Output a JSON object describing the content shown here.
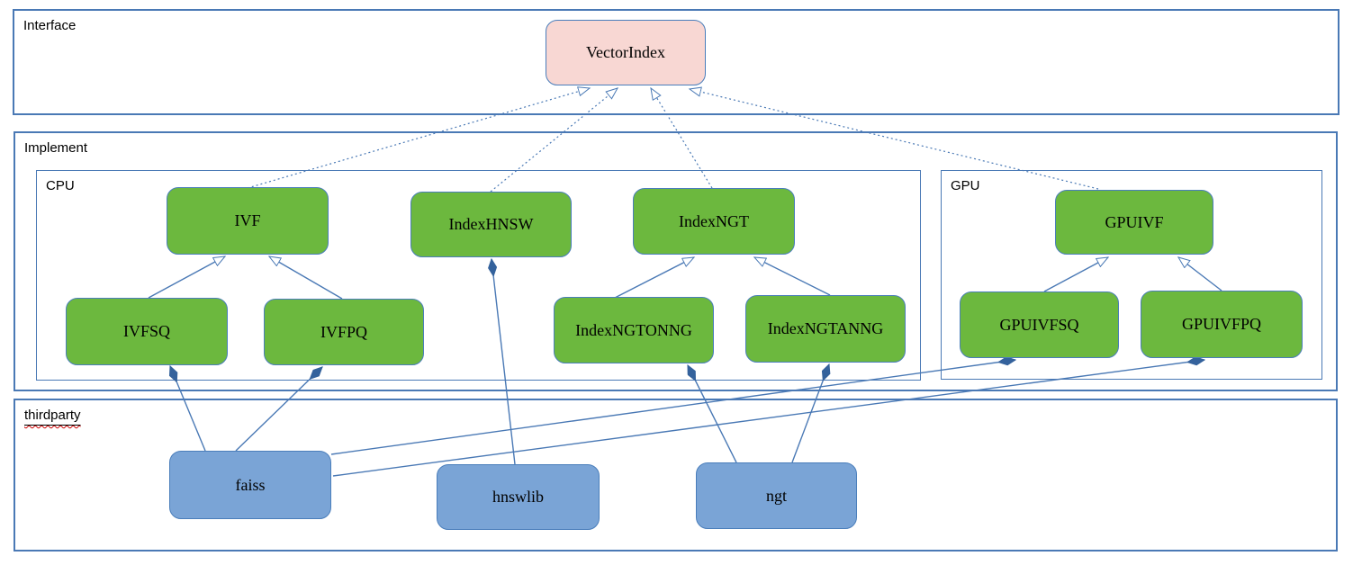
{
  "sections": {
    "interface": {
      "label": "Interface"
    },
    "implement": {
      "label": "Implement"
    },
    "cpu": {
      "label": "CPU"
    },
    "gpu": {
      "label": "GPU"
    },
    "thirdparty": {
      "label": "thirdparty",
      "spellcheck_underline": true
    }
  },
  "nodes": {
    "vectorindex": {
      "label": "VectorIndex",
      "kind": "interface"
    },
    "ivf": {
      "label": "IVF",
      "kind": "implementation",
      "section": "CPU"
    },
    "indexhnsw": {
      "label": "IndexHNSW",
      "kind": "implementation",
      "section": "CPU"
    },
    "indexngt": {
      "label": "IndexNGT",
      "kind": "implementation",
      "section": "CPU"
    },
    "ivfsq": {
      "label": "IVFSQ",
      "kind": "implementation",
      "section": "CPU"
    },
    "ivfpq": {
      "label": "IVFPQ",
      "kind": "implementation",
      "section": "CPU"
    },
    "indexngtonng": {
      "label": "IndexNGTONNG",
      "kind": "implementation",
      "section": "CPU"
    },
    "indexngtanng": {
      "label": "IndexNGTANNG",
      "kind": "implementation",
      "section": "CPU"
    },
    "gpuivf": {
      "label": "GPUIVF",
      "kind": "implementation",
      "section": "GPU"
    },
    "gpuivfsq": {
      "label": "GPUIVFSQ",
      "kind": "implementation",
      "section": "GPU"
    },
    "gpuivfpq": {
      "label": "GPUIVFPQ",
      "kind": "implementation",
      "section": "GPU"
    },
    "faiss": {
      "label": "faiss",
      "kind": "thirdparty"
    },
    "hnswlib": {
      "label": "hnswlib",
      "kind": "thirdparty"
    },
    "ngt": {
      "label": "ngt",
      "kind": "thirdparty"
    }
  },
  "edges": {
    "realization_dashed_arrow": [
      {
        "from": "IVF",
        "to": "VectorIndex"
      },
      {
        "from": "IndexHNSW",
        "to": "VectorIndex"
      },
      {
        "from": "IndexNGT",
        "to": "VectorIndex"
      },
      {
        "from": "GPUIVF",
        "to": "VectorIndex"
      }
    ],
    "inheritance_solid_arrow": [
      {
        "from": "IVFSQ",
        "to": "IVF"
      },
      {
        "from": "IVFPQ",
        "to": "IVF"
      },
      {
        "from": "IndexNGTONNG",
        "to": "IndexNGT"
      },
      {
        "from": "IndexNGTANNG",
        "to": "IndexNGT"
      },
      {
        "from": "GPUIVFSQ",
        "to": "GPUIVF"
      },
      {
        "from": "GPUIVFPQ",
        "to": "GPUIVF"
      }
    ],
    "composition_diamond": [
      {
        "from": "faiss",
        "to": "IVFSQ"
      },
      {
        "from": "faiss",
        "to": "IVFPQ"
      },
      {
        "from": "faiss",
        "to": "GPUIVFSQ"
      },
      {
        "from": "faiss",
        "to": "GPUIVFPQ"
      },
      {
        "from": "hnswlib",
        "to": "IndexHNSW"
      },
      {
        "from": "ngt",
        "to": "IndexNGTONNG"
      },
      {
        "from": "ngt",
        "to": "IndexNGTANNG"
      }
    ]
  },
  "colors": {
    "interface_fill": "#f8d7d3",
    "implementation_fill": "#6cb83e",
    "thirdparty_fill": "#7aa4d6",
    "stroke": "#4a79b5",
    "text": "#000000",
    "spellcheck_wave": "#cc0000",
    "background": "#ffffff"
  }
}
